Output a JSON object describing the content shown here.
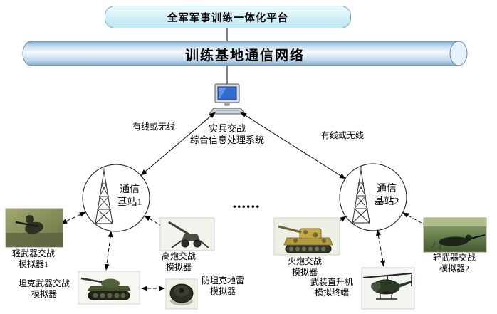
{
  "title": "全军军事训练一体化平台",
  "network": "训练基地通信网络",
  "processor": {
    "line1": "实兵交战",
    "line2": "综合信息处理系统"
  },
  "links": {
    "left": "有线或无线",
    "right": "有线或无线"
  },
  "stations": {
    "left": {
      "line1": "通信",
      "line2": "基站1"
    },
    "right": {
      "line1": "通信",
      "line2": "基站2"
    }
  },
  "ellipsis": "......",
  "simulators": {
    "light1": {
      "line1": "轻武器交战",
      "line2": "模拟器1"
    },
    "aa_gun": {
      "line1": "高炮交战",
      "line2": "模拟器"
    },
    "tank": {
      "line1": "坦克武器交战",
      "line2": "模拟器"
    },
    "mine": {
      "line1": "防坦克地雷",
      "line2": "模拟器"
    },
    "artillery": {
      "line1": "火炮交战",
      "line2": "模拟器"
    },
    "helicopter": {
      "line1": "武装直升机",
      "line2": "模拟终端"
    },
    "light2": {
      "line1": "轻武器交战",
      "line2": "模拟器2"
    }
  },
  "colors": {
    "pipe_edge": "#5e88aa",
    "box_border": "#6aaec7",
    "line": "#000000"
  }
}
